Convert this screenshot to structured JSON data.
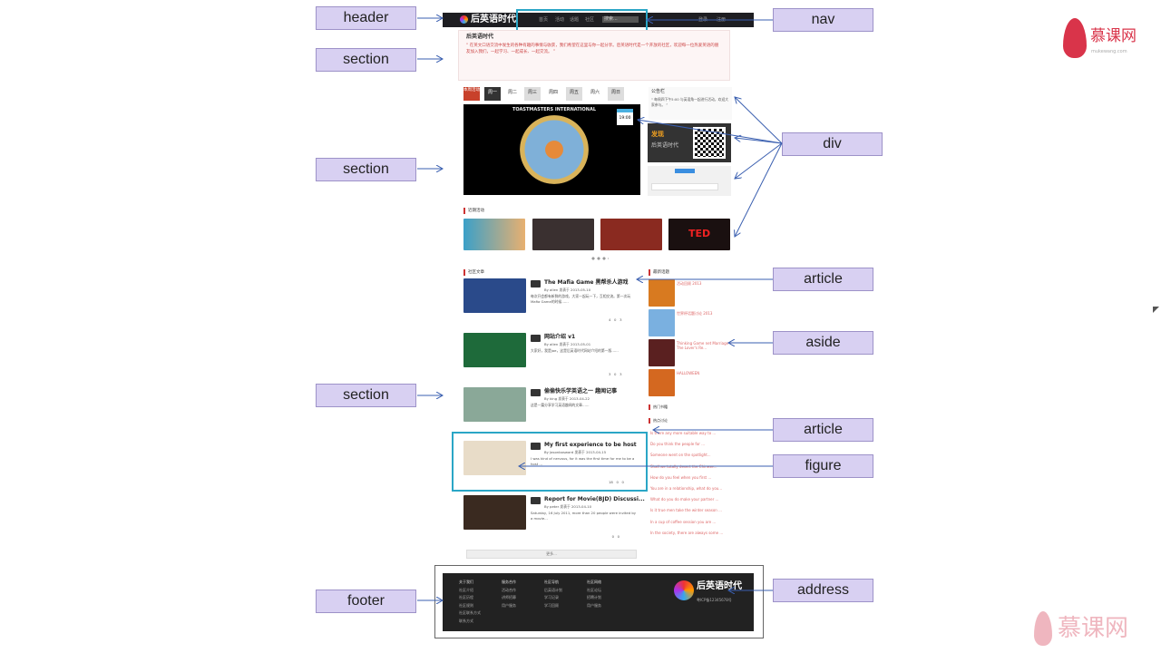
{
  "labels_left": {
    "header": "header",
    "section1": "section",
    "section2": "section",
    "section3": "section",
    "footer": "footer"
  },
  "labels_right": {
    "nav": "nav",
    "div": "div",
    "article1": "article",
    "aside": "aside",
    "article2": "article",
    "figure": "figure",
    "address": "address"
  },
  "brand": {
    "name": "慕课网",
    "url": "mukewang.com"
  },
  "site": {
    "logo": "后英语时代",
    "nav": [
      "首页",
      "活动",
      "话题",
      "社区",
      "搜索..."
    ],
    "user_links": [
      "登录",
      "注册"
    ],
    "intro_title": "后英语时代",
    "intro_text": "“ 在英文口语交流中发生的各种有趣的事情与收获，我们希望在这里与你一起分享。后英语时代是一个开放的社区，欢迎每一位热爱英语的朋友加入我们，一起学习、一起成长、一起交流。 ”",
    "week_badge": "本周活动",
    "days": [
      "周一",
      "周二",
      "周三",
      "周四",
      "周五",
      "周六",
      "周日"
    ],
    "time_badge": "19:00",
    "banner_text": "TOASTMASTERS INTERNATIONAL",
    "notice_title": "公告栏",
    "notice_text": "“ 每周四下午5:00 与英语角一起进行活动，欢迎大家参与。 ”",
    "qr_title": "发现",
    "qr_sub": "后英语时代",
    "recent_title": "近期活动",
    "articles_title": "社区文章",
    "articles": [
      {
        "title": "The Mafia Game 黑帮杀人游戏",
        "meta": "By allen 发表于 2013-05-10",
        "text": "每次开会都有新鲜的游戏，大家一起玩一下，互相交流。第一次玩Mafia Game的时候……",
        "counts": [
          "4",
          "0",
          "3"
        ]
      },
      {
        "title": "网站介绍 v1",
        "meta": "By allen 发表于 2013-05-01",
        "text": "大家好，我是joe，这是后英语时代网站介绍的第一版……",
        "counts": [
          "3",
          "0",
          "3"
        ]
      },
      {
        "title": "偷偷快乐学英语之一 趣闻记事",
        "meta": "By king 发表于 2013-04-22",
        "text": "这是一篇分享学习英语趣闻的文章……",
        "counts": [
          "",
          "",
          ""
        ]
      },
      {
        "title": "My first experience to be host",
        "meta": "By Jasonbosward 发表于 2013-04-15",
        "text": "I was kind of nervous, for it was the first time for me to be a host ...",
        "counts": [
          "18",
          "0",
          "0"
        ]
      },
      {
        "title": "Report for Movie(BJD) Discussi...",
        "meta": "By peter 发表于 2013-04-10",
        "text": "Saturday, 16 July 2011, more than 20 people were invited by a movie...",
        "counts": [
          "",
          "0",
          "0"
        ]
      }
    ],
    "more": "更多...",
    "hot_title": "最新话题",
    "hot_links": [
      "活动回顾 2013",
      "世界杯话题讨论 2013",
      "Thinking Game net Marriage - The Lover's Re...",
      "HALLOWEEN"
    ],
    "friends_title": "热门书籍",
    "hot_topics_title": "热点讨论",
    "topics": [
      "Is there any more suitable way to ...",
      "Do you think the people for ...",
      "Someone went on the spotlight...",
      "Shall we totally desert the Chinese...",
      "How do you feel when you first ...",
      "You are in a relationship, what do you...",
      "What do you do make your partner ...",
      "Is it true men take the winter season ...",
      "In a cup of coffee session you are ...",
      "In the society, there are always some ..."
    ],
    "footer_cols": [
      [
        "关于我们",
        "社区介绍",
        "社区历程",
        "社区规则",
        "社区联系方式",
        "联系方式"
      ],
      [
        "服务合作",
        "活动合作",
        "讲师招募",
        "用户服务"
      ],
      [
        "社区导航",
        "后英语计划",
        "学习记录",
        "学习回顾"
      ],
      [
        "社区网络",
        "社区论坛",
        "招聘计划",
        "用户服务"
      ]
    ],
    "footer_address": "粤ICP备12345678号"
  }
}
